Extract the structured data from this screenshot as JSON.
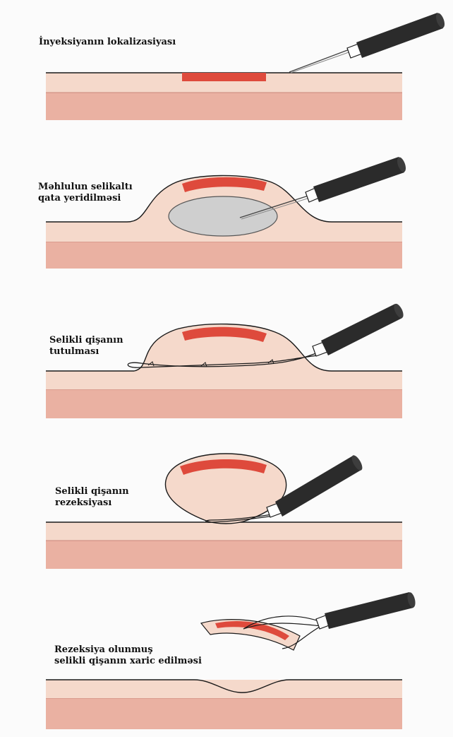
{
  "colors": {
    "tissue_top": "#f5d9cb",
    "tissue_bottom": "#eab1a2",
    "tissue_divider": "#c9867a",
    "mucosa_bulge": "#f5d9cb",
    "lesion": "#de4a3c",
    "fluid": "#cfcfcf",
    "instrument": "#2b2b2b",
    "outline": "#1a1a1a"
  },
  "steps": [
    {
      "id": "localization",
      "label": "İnyeksiyanın lokalizasiyası"
    },
    {
      "id": "submucosal-injection",
      "label": "Məhlulun selikaltı\nqata yeridilməsi"
    },
    {
      "id": "snare-capture",
      "label": "Selikli qişanın\ntutulması"
    },
    {
      "id": "resection",
      "label": "Selikli qişanın\nrezeksiyası"
    },
    {
      "id": "retrieval",
      "label": "Rezeksiya olunmuş\nselikli qişanın xaric edilməsi"
    }
  ]
}
